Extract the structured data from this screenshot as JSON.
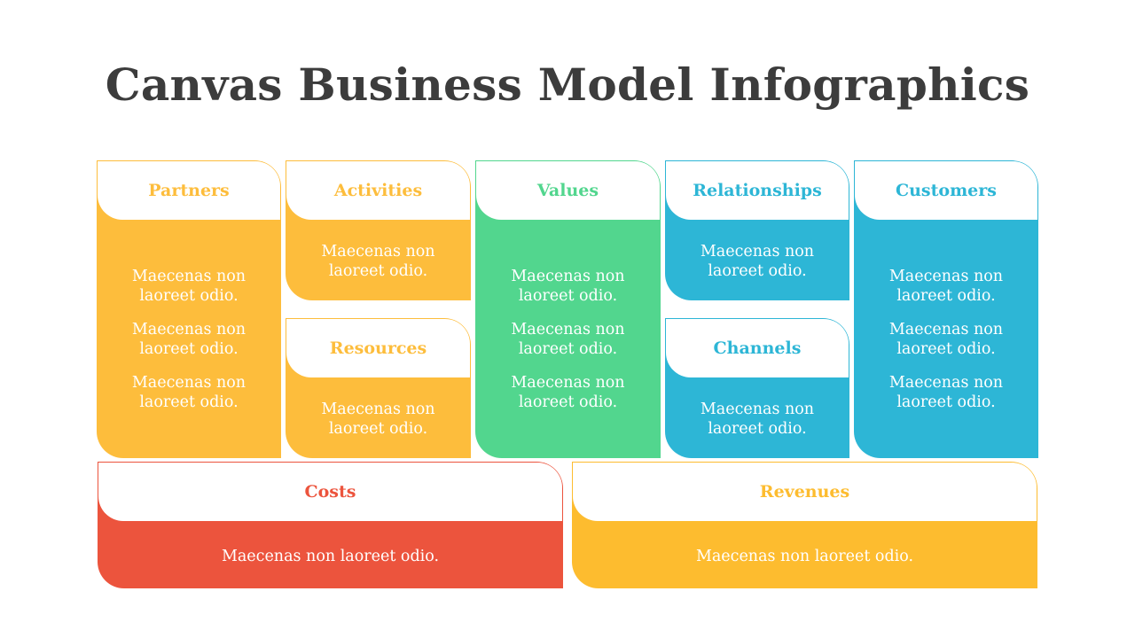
{
  "title": "Canvas Business Model Infographics",
  "colors": {
    "yellow": "#fdbd3c",
    "green": "#52d68e",
    "blue": "#2db6d6",
    "red": "#ec543d",
    "gold": "#fdbc2f",
    "title": "#3c3c3c"
  },
  "cards": {
    "partners": {
      "label": "Partners",
      "items": [
        "Maecenas non laoreet odio.",
        "Maecenas non laoreet odio.",
        "Maecenas non laoreet odio."
      ]
    },
    "activities": {
      "label": "Activities",
      "items": [
        "Maecenas non laoreet odio."
      ]
    },
    "resources": {
      "label": "Resources",
      "items": [
        "Maecenas non laoreet odio."
      ]
    },
    "values": {
      "label": "Values",
      "items": [
        "Maecenas non laoreet odio.",
        "Maecenas non laoreet odio.",
        "Maecenas non laoreet odio."
      ]
    },
    "relationships": {
      "label": "Relationships",
      "items": [
        "Maecenas non laoreet odio."
      ]
    },
    "channels": {
      "label": "Channels",
      "items": [
        "Maecenas non laoreet odio."
      ]
    },
    "customers": {
      "label": "Customers",
      "items": [
        "Maecenas non laoreet odio.",
        "Maecenas non laoreet odio.",
        "Maecenas non laoreet odio."
      ]
    },
    "costs": {
      "label": "Costs",
      "items": [
        "Maecenas non laoreet odio."
      ]
    },
    "revenues": {
      "label": "Revenues",
      "items": [
        "Maecenas non laoreet odio."
      ]
    }
  }
}
